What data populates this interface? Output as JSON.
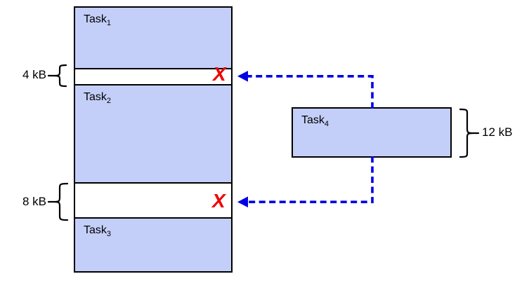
{
  "diagram": {
    "description": "Memory fragmentation diagram: three resident tasks with free gaps too small for an incoming 12 kB task",
    "colors": {
      "block_fill": "#c4cff9",
      "outline": "#000000",
      "arrow_blue": "#0000e6",
      "reject_red": "#ee0000",
      "background": "#ffffff"
    },
    "memory_column": {
      "task1": {
        "name": "Task",
        "sub": "1"
      },
      "gap1": {
        "size_label": "4 kB",
        "reject_mark": "X"
      },
      "task2": {
        "name": "Task",
        "sub": "2"
      },
      "gap2": {
        "size_label": "8 kB",
        "reject_mark": "X"
      },
      "task3": {
        "name": "Task",
        "sub": "3"
      }
    },
    "incoming_task": {
      "task4": {
        "name": "Task",
        "sub": "4"
      },
      "size_label": "12 kB"
    }
  }
}
